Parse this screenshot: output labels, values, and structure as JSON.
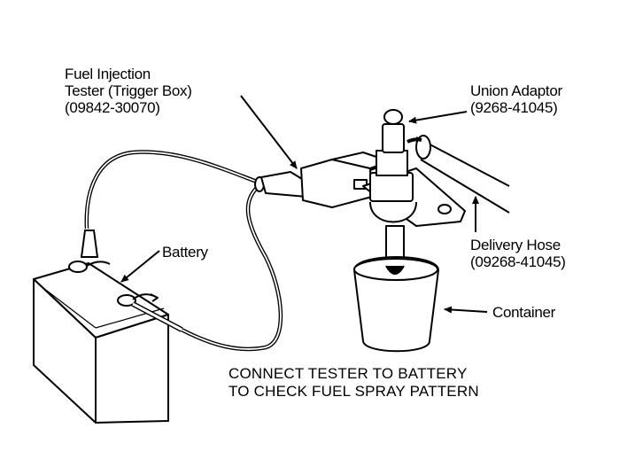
{
  "diagram": {
    "type": "technical-illustration",
    "subject": "Fuel injector spray pattern test setup",
    "colors": {
      "ink": "#000000",
      "background": "#ffffff"
    },
    "labels": {
      "tester": {
        "line1": "Fuel Injection",
        "line2": "Tester (Trigger Box)",
        "line3": "(09842-30070)"
      },
      "union_adaptor": {
        "line1": "Union Adaptor",
        "line2": "(9268-41045)"
      },
      "battery": {
        "line1": "Battery"
      },
      "delivery_hose": {
        "line1": "Delivery Hose",
        "line2": "(09268-41045)"
      },
      "container": {
        "line1": "Container"
      }
    },
    "caption": {
      "line1": "CONNECT TESTER TO BATTERY",
      "line2": "TO CHECK FUEL SPRAY PATTERN"
    }
  }
}
